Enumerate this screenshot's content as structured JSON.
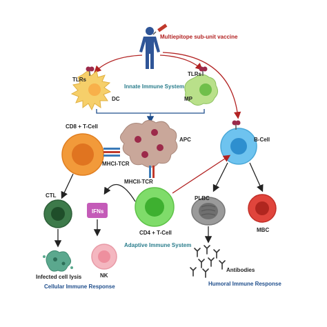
{
  "labels": {
    "vaccine": "Multiepitope sub-unit vaccine",
    "innate": "Innate Immune System",
    "tlrs_left": "TLRs",
    "tlrs_right": "TLRs",
    "dc": "DC",
    "mp": "MP",
    "cd8": "CD8 + T-Cell",
    "apc": "APC",
    "b_cell": "B-Cell",
    "mhci_tcr": "MHCI-TCR",
    "mhcii_tcr": "MHCII-TCR",
    "ctl": "CTL",
    "ifns": "IFNs",
    "cd4": "CD4 + T-Cell",
    "plbc": "PLBC",
    "mbc": "MBC",
    "adaptive": "Adaptive Immune System",
    "infected": "Infected cell lysis",
    "nk": "NK",
    "antibodies": "Antibodies",
    "cellular": "Cellular Immune Response",
    "humoral": "Humoral Immune Response"
  },
  "colors": {
    "dc": "#f6cf6a",
    "mp": "#b9e08a",
    "apc": "#c9a79a",
    "cd8": "#f29a3a",
    "b_cell": "#6ec3ef",
    "ctl": "#3d7a4a",
    "cd4": "#7fdc6a",
    "ifns": "#c45bb8",
    "nk": "#f4b7c0",
    "plbc": "#9a9a9a",
    "mbc": "#e0453c",
    "infected": "#5ba88e",
    "arrow_red": "#b22222",
    "arrow_blue": "#1f4e8c",
    "arrow_dark": "#222222"
  },
  "icons": [
    "human-figure-icon",
    "syringe-icon",
    "tlr-receptor-icon",
    "antibody-icon"
  ]
}
